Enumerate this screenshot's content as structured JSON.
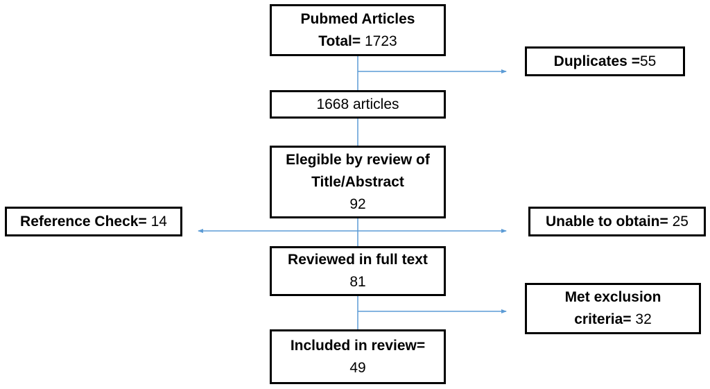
{
  "colors": {
    "connector": "#5B9BD5",
    "box_border": "#000000"
  },
  "nodes": {
    "pubmed": {
      "title": "Pubmed Articles",
      "label": "Total=",
      "value": "1723"
    },
    "duplicates": {
      "label": "Duplicates =",
      "value": "55"
    },
    "articles": {
      "text": "1668 articles"
    },
    "eligible": {
      "line1": "Elegible by review of",
      "line2": "Title/Abstract",
      "value": "92"
    },
    "reference": {
      "label": "Reference Check=",
      "value": "14"
    },
    "unable": {
      "label": "Unable to obtain=",
      "value": "25"
    },
    "reviewed": {
      "label": "Reviewed in full text",
      "value": "81"
    },
    "exclusion": {
      "line1": "Met exclusion",
      "label": "criteria=",
      "value": "32"
    },
    "included": {
      "label": "Included in review=",
      "value": "49"
    }
  }
}
